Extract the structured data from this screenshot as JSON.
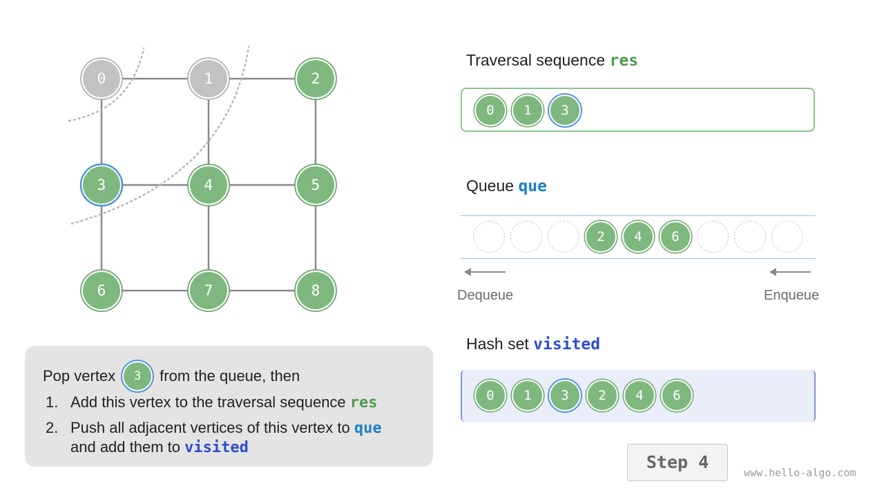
{
  "graph": {
    "vertices": [
      {
        "id": "0",
        "state": "popped"
      },
      {
        "id": "1",
        "state": "popped"
      },
      {
        "id": "2",
        "state": "visited"
      },
      {
        "id": "3",
        "state": "current"
      },
      {
        "id": "4",
        "state": "visited"
      },
      {
        "id": "5",
        "state": "visited"
      },
      {
        "id": "6",
        "state": "visited"
      },
      {
        "id": "7",
        "state": "visited"
      },
      {
        "id": "8",
        "state": "visited"
      }
    ],
    "edges": [
      [
        "0",
        "1"
      ],
      [
        "1",
        "2"
      ],
      [
        "0",
        "3"
      ],
      [
        "1",
        "4"
      ],
      [
        "2",
        "5"
      ],
      [
        "3",
        "4"
      ],
      [
        "4",
        "5"
      ],
      [
        "3",
        "6"
      ],
      [
        "4",
        "7"
      ],
      [
        "5",
        "8"
      ],
      [
        "6",
        "7"
      ],
      [
        "7",
        "8"
      ]
    ]
  },
  "traversal": {
    "title_prefix": "Traversal sequence",
    "title_keyword": "res",
    "items": [
      "0",
      "1",
      "3"
    ]
  },
  "queue": {
    "title_prefix": "Queue",
    "title_keyword": "que",
    "slots": [
      "",
      "",
      "",
      "2",
      "4",
      "6",
      "",
      "",
      ""
    ],
    "dequeue_label": "Dequeue",
    "enqueue_label": "Enqueue"
  },
  "visited": {
    "title_prefix": "Hash set",
    "title_keyword": "visited",
    "items": [
      "0",
      "1",
      "3",
      "2",
      "4",
      "6"
    ]
  },
  "description": {
    "line1_prefix": "Pop vertex",
    "vertex": "3",
    "line1_suffix": "from the queue, then",
    "step1_num": "1.",
    "step1_text": "Add this vertex to the traversal sequence",
    "step1_kw": "res",
    "step2_num": "2.",
    "step2_text": "Push all adjacent vertices of this vertex to",
    "step2_kw": "que",
    "step2_line2": "and add them to",
    "step2_kw2": "visited"
  },
  "step_label": "Step 4",
  "watermark": "www.hello-algo.com",
  "colors": {
    "node_fill": "#7fb87f",
    "popped_fill": "#c2c2c2",
    "current_ring": "#4f93dd",
    "res_green": "#4f9a4f",
    "que_blue": "#1b7fc4",
    "visited_navy": "#2b4fcf"
  }
}
